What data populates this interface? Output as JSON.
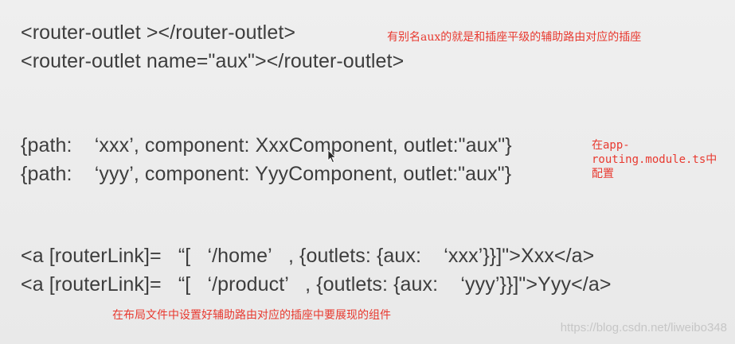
{
  "code": {
    "outlet_line_1": "<router-outlet ></router-outlet>",
    "outlet_line_2": "<router-outlet name=\"aux\"></router-outlet>",
    "route_line_1": "{path:    ‘xxx’, component: XxxComponent, outlet:\"aux\"}",
    "route_line_2": "{path:    ‘yyy’, component: YyyComponent, outlet:\"aux\"}",
    "link_line_1": "<a [routerLink]=   “[   ‘/home’   , {outlets: {aux:    ‘xxx’}}]\">Xxx</a>",
    "link_line_2": "<a [routerLink]=   “[   ‘/product’   , {outlets: {aux:    ‘yyy’}}]\">Yyy</a>"
  },
  "notes": {
    "aux_note": "有别名aux的就是和插座平级的辅助路由对应的插座",
    "config_note_line_1": "在app-",
    "config_note_line_2": "routing.module.ts中",
    "config_note_line_3": "配置",
    "layout_note": "在布局文件中设置好辅助路由对应的插座中要展现的组件"
  },
  "watermark": "https://blog.csdn.net/liweibo348",
  "colors": {
    "background": "#ececec",
    "code_text": "#3d3d3d",
    "annotation": "#e8392f",
    "watermark": "#c6c6c6"
  },
  "icons": {
    "cursor": "mouse-pointer-icon"
  }
}
